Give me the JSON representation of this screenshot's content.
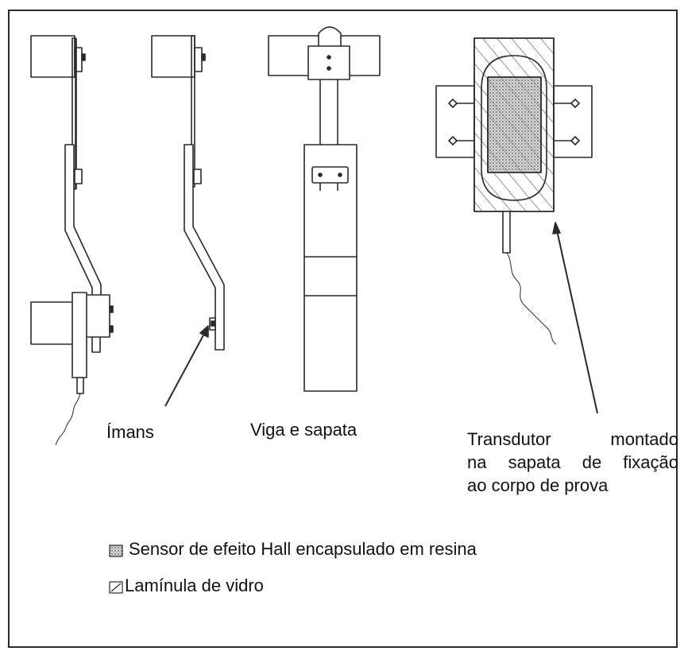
{
  "labels": {
    "imans": "Ímans",
    "viga": "Viga e sapata",
    "transdutor_lines": [
      "Transdutor    montado",
      "na sapata de fixação",
      "ao corpo de prova"
    ]
  },
  "legend": [
    {
      "icon": "sensor-swatch-icon",
      "text": "Sensor de efeito Hall encapsulado em resina"
    },
    {
      "icon": "glass-slide-swatch-icon",
      "text": "Lamínula de vidro"
    }
  ],
  "colors": {
    "ink": "#2a2a2a",
    "paper": "#ffffff"
  }
}
